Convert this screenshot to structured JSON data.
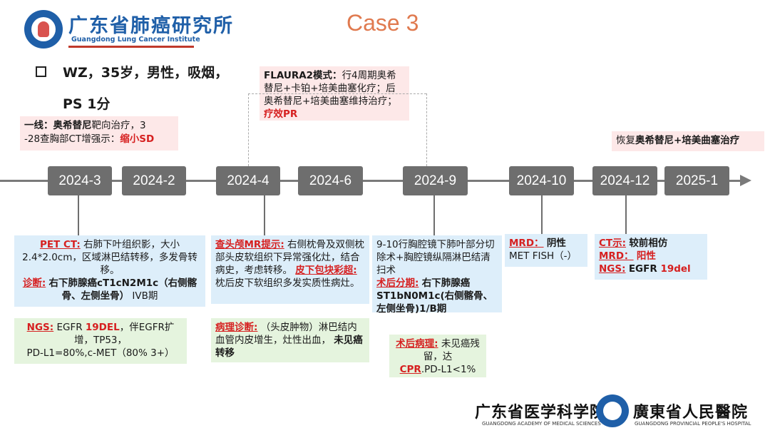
{
  "header": {
    "institute_cn": "广东省肺癌研究所",
    "institute_en": "Guangdong Lung Cancer Institute",
    "case_title": "Case 3"
  },
  "patient": {
    "line1": "WZ，35岁，男性，吸烟，",
    "line2": "PS 1分"
  },
  "timeline": {
    "dates": [
      "2024-3",
      "2024-2",
      "2024-4",
      "2024-6",
      "2024-9",
      "2024-10",
      "2024-12",
      "2025-1"
    ]
  },
  "top_notes": {
    "first_line": {
      "a": "一线：",
      "b": "奥希替尼",
      "c": "靶向治疗，3",
      "d": "-28查胸部CT增强示：",
      "e": "缩小SD"
    },
    "flaura2": {
      "a": "FLAURA2模式：",
      "b": "行4周期奥希替尼+卡铂+培美曲塞化疗；后奥希替尼+培美曲塞维持治疗；",
      "c": "疗效PR"
    },
    "resume": {
      "a": "恢复",
      "b": "奥希替尼+培美曲塞治疗"
    }
  },
  "boxes": {
    "pet": {
      "label": "PET CT:",
      "text": "右肺下叶组织影，大小2.4*2.0cm，区域淋巴结转移，多发骨转移。",
      "dx_label": "诊断:",
      "dx_text": "右下肺腺癌cT1cN2M1c（右侧髂骨、左侧坐骨）",
      "dx_stage": "IVB期"
    },
    "ngs1": {
      "label": "NGS:",
      "a": "EGFR ",
      "b": "19DEL",
      "c": "，伴EGFR扩增，TP53，",
      "d": "PD-L1=80%,c-MET（80% 3+）"
    },
    "mr": {
      "label": "查头颅MR提示:",
      "text": "右侧枕骨及双侧枕部头皮软组织下异常强化灶，结合病史，考虑转移。",
      "label2": "皮下包块彩超:",
      "text2": "枕后皮下软组织多发实质性病灶。"
    },
    "path": {
      "label": "病理诊断:",
      "text": "（头皮肿物）淋巴结内血管内皮增生，灶性出血，",
      "bold": "未见癌转移"
    },
    "surgery": {
      "text": "9-10行胸腔镜下肺叶部分切除术+胸腔镜纵隔淋巴结清扫术",
      "label": "术后分期:",
      "stage": "右下肺腺癌ST1bN0M1c(右侧髂骨、左侧坐骨)1/B期"
    },
    "postpath": {
      "label": "术后病理:",
      "text": "未见癌残留，达",
      "cpr": "CPR",
      "tail": ".PD-L1<1%"
    },
    "mrd": {
      "label": "MRD：",
      "value": "阴性",
      "fish": "MET FISH（-）"
    },
    "ct": {
      "label": "CT示:",
      "value": "较前相仿",
      "mrd_label": "MRD：",
      "mrd_value": "阳性",
      "ngs_label": "NGS:",
      "ngs_a": "EGFR ",
      "ngs_b": "19del"
    }
  },
  "footer": {
    "academy_cn": "广东省医学科学院",
    "academy_en": "GUANGDONG ACADEMY OF MEDICAL SCIENCES",
    "hospital_cn": "廣東省人民醫院",
    "hospital_en": "GUANGDONG PROVINCIAL PEOPLE'S HOSPITAL"
  }
}
